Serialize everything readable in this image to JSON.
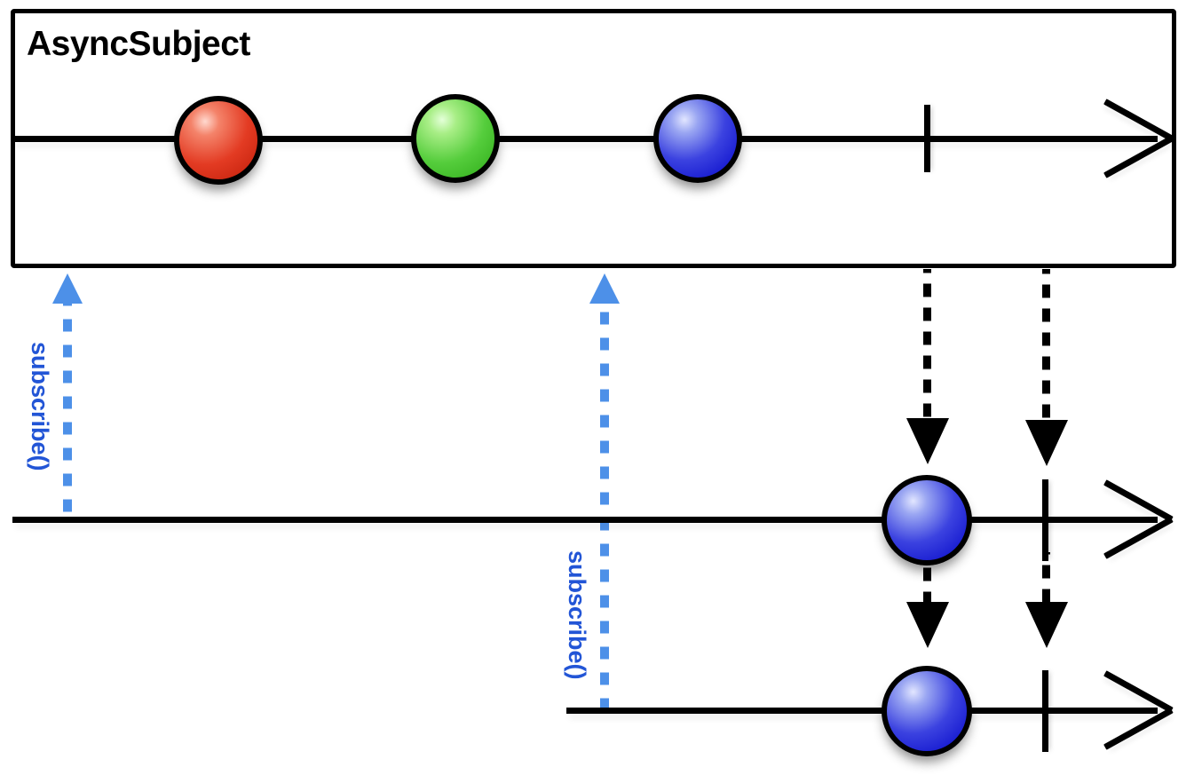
{
  "diagram": {
    "title": "AsyncSubject",
    "type": "rxjs-marble-diagram",
    "colors": {
      "marble_red": "#e33b23",
      "marble_green": "#55cd3c",
      "marble_blue": "#3b42e0",
      "stroke": "#000000",
      "subscribe_arrow": "#4d90e8",
      "subscribe_label": "#2255d6",
      "background": "#ffffff"
    }
  },
  "source_timeline": {
    "name": "source-observable",
    "marbles": [
      {
        "label": "red-marble",
        "color": "red"
      },
      {
        "label": "green-marble",
        "color": "green"
      },
      {
        "label": "blue-marble",
        "color": "blue"
      }
    ],
    "completion": "complete-tick",
    "arrow": "timeline-arrow"
  },
  "subscriptions": [
    {
      "label": "subscribe()",
      "name": "subscribe-arrow-1"
    },
    {
      "label": "subscribe()",
      "name": "subscribe-arrow-2"
    }
  ],
  "subscriber_timelines": [
    {
      "name": "subscriber-1-timeline",
      "marbles": [
        {
          "label": "blue-marble",
          "color": "blue"
        }
      ],
      "completion": "complete-tick",
      "arrow": "timeline-arrow"
    },
    {
      "name": "subscriber-2-timeline",
      "marbles": [
        {
          "label": "blue-marble",
          "color": "blue"
        }
      ],
      "completion": "complete-tick",
      "arrow": "timeline-arrow"
    }
  ],
  "propagation": [
    {
      "name": "value-propagation-line",
      "from": "source-last-value",
      "to": "subscriber-marble"
    },
    {
      "name": "complete-propagation-line",
      "from": "source-complete",
      "to": "subscriber-complete"
    }
  ]
}
